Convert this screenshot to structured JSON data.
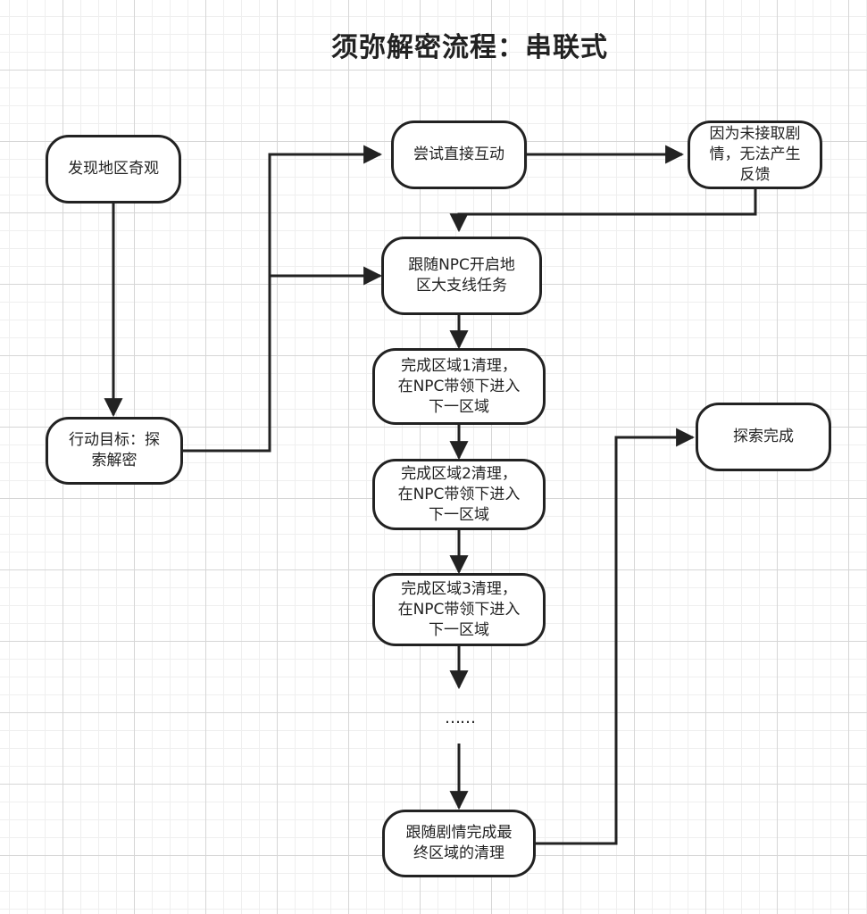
{
  "title": "须弥解密流程：串联式",
  "nodes": {
    "discover": "发现地区奇观",
    "goal": "行动目标：探\n索解密",
    "try_interact": "尝试直接互动",
    "no_feedback": "因为未接取剧\n情，无法产生\n反馈",
    "follow_npc": "跟随NPC开启地\n区大支线任务",
    "area1": "完成区域1清理，\n在NPC带领下进入\n下一区域",
    "area2": "完成区域2清理，\n在NPC带领下进入\n下一区域",
    "area3": "完成区域3清理，\n在NPC带领下进入\n下一区域",
    "ellipsis": "……",
    "final_area": "跟随剧情完成最\n终区域的清理",
    "done": "探索完成"
  },
  "colors": {
    "stroke": "#222222",
    "grid_major": "#d6d6d6",
    "grid_minor": "#efefef"
  }
}
